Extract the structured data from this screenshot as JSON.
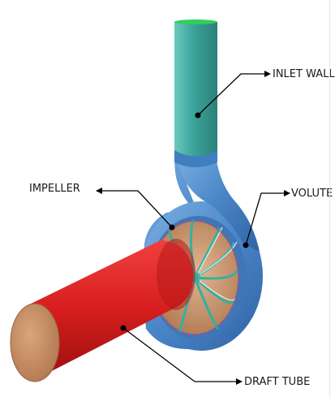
{
  "labels": {
    "inlet_wall": "INLET WALL",
    "volute": "VOLUTE",
    "impeller": "IMPELLER",
    "draft_tube": "DRAFT TUBE"
  },
  "colors": {
    "inlet_pipe": "#3aa39a",
    "inlet_top": "#2fcf5a",
    "volute": "#4a86c8",
    "impeller_disk": "#c9966b",
    "blades": "#2fb3a0",
    "draft_tube": "#d81e1e",
    "draft_tube_end": "#c8906a",
    "leader": "#000000"
  },
  "icons": [
    "arrowhead-icon"
  ]
}
